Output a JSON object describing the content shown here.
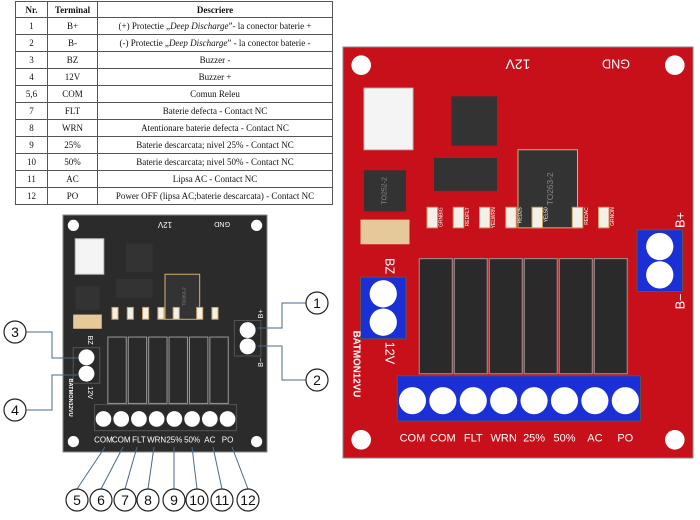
{
  "table": {
    "headers": [
      "Nr.",
      "Terminal",
      "Descriere"
    ],
    "rows": [
      [
        "1",
        "B+",
        "(+) Protectie „Deep Discharge”- la conector baterie +"
      ],
      [
        "2",
        "B-",
        "(-) Protectie „Deep Discharge” - la conector baterie -"
      ],
      [
        "3",
        "BZ",
        "Buzzer -"
      ],
      [
        "4",
        "12V",
        "Buzzer +"
      ],
      [
        "5,6",
        "COM",
        "Comun Releu"
      ],
      [
        "7",
        "FLT",
        "Baterie defecta - Contact NC"
      ],
      [
        "8",
        "WRN",
        "Atentionare baterie defecta - Contact NC"
      ],
      [
        "9",
        "25%",
        "Baterie descarcata; nivel 25% - Contact NC"
      ],
      [
        "10",
        "50%",
        "Baterie descarcata; nivel 50% - Contact NC"
      ],
      [
        "11",
        "AC",
        "Lipsa AC - Contact NC"
      ],
      [
        "12",
        "PO",
        "Power OFF (lipsa AC;baterie descarcata) - Contact NC"
      ]
    ]
  },
  "board": {
    "top_left_label": "12V",
    "top_right_label": "GND",
    "b_plus": "B+",
    "b_minus": "B−",
    "bz": "BZ",
    "v12": "12V",
    "model": "BATMON12VU",
    "chip_label": "TO263-2",
    "chip2_label": "TO252-2",
    "terminals": [
      "COM",
      "COM",
      "FLT",
      "WRN",
      "25%",
      "50%",
      "AC",
      "PO"
    ],
    "led_labels": [
      "GRNBIG",
      "REDFLT",
      "YELWRN",
      "RED25",
      "YEL50",
      "REDAC",
      "GRNON"
    ]
  },
  "callouts": [
    "1",
    "2",
    "3",
    "4",
    "5",
    "6",
    "7",
    "8",
    "9",
    "10",
    "11",
    "12"
  ],
  "colors": {
    "pcb_red": "#c8101a",
    "pcb_dark": "#2b2b2b",
    "terminal_blue": "#1a2fd6",
    "relay": "#2a2a2a",
    "callout_line": "#4a6a8a"
  }
}
